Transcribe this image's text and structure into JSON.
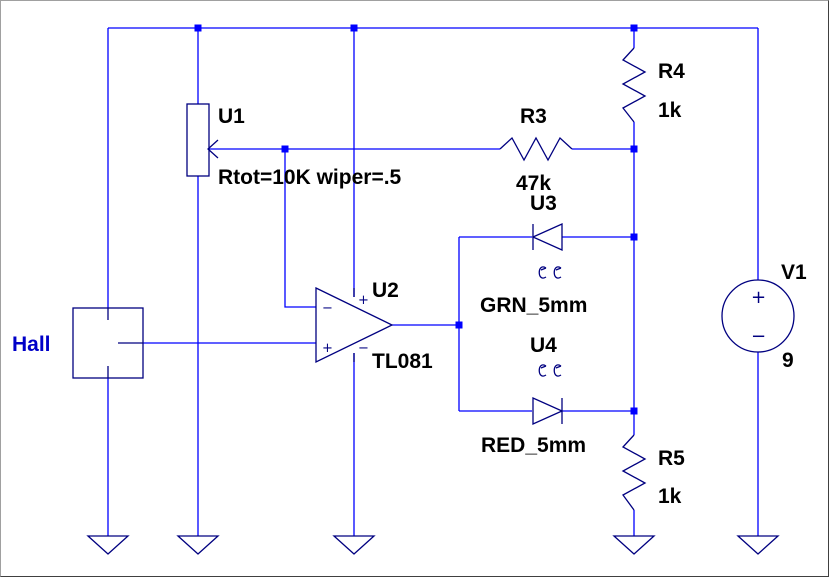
{
  "schematic": {
    "pot": {
      "name": "U1",
      "value": "Rtot=10K wiper=.5"
    },
    "opamp": {
      "name": "U2",
      "value": "TL081",
      "minus": "−",
      "plus": "+"
    },
    "r3": {
      "name": "R3",
      "value": "47k"
    },
    "r4": {
      "name": "R4",
      "value": "1k"
    },
    "r5": {
      "name": "R5",
      "value": "1k"
    },
    "led_green": {
      "name": "U3",
      "value": "GRN_5mm"
    },
    "led_red": {
      "name": "U4",
      "value": "RED_5mm"
    },
    "source": {
      "name": "V1",
      "value": "9",
      "plus": "+",
      "minus": "−"
    },
    "hall": {
      "label": "Hall"
    }
  },
  "colors": {
    "wire": "#0000ff",
    "component": "#000080",
    "label": "#000000",
    "net_label": "#0000c8",
    "background": "#ffffff"
  }
}
